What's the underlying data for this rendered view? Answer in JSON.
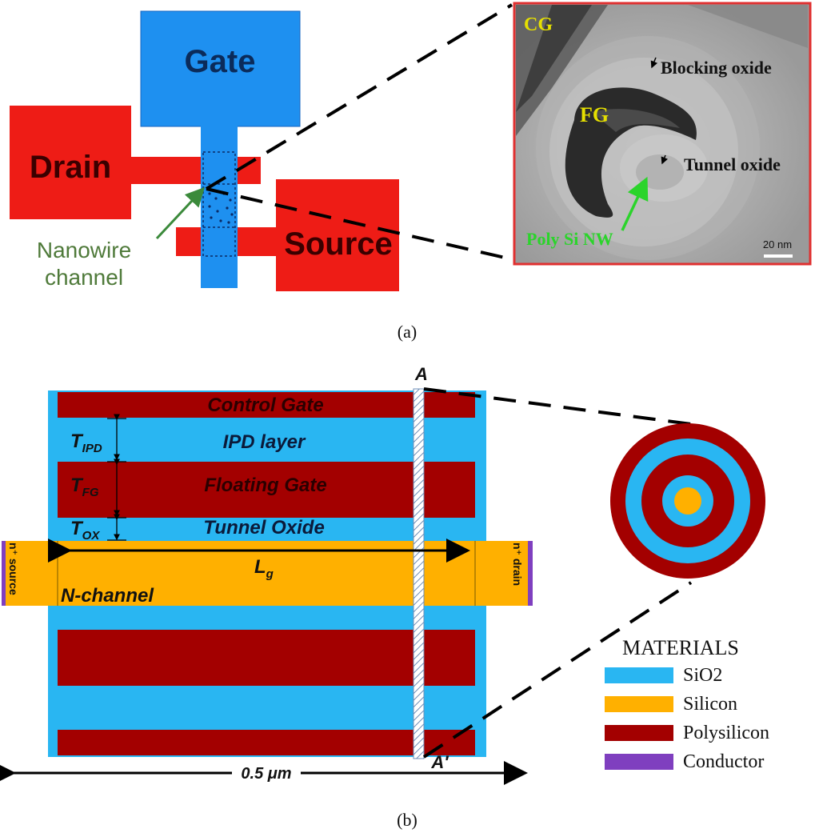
{
  "colors": {
    "red": "#ee1c16",
    "blue": "#1e90f0",
    "oxide": "#29b6f2",
    "silicon": "#ffb000",
    "polysilicon": "#a30000",
    "conductor": "#7f3fbf",
    "nanowire_label": "#4f7a3a",
    "tem_green": "#2bd42b",
    "tem_yellow": "#e6e000",
    "tem_border": "#e03030"
  },
  "panel_a": {
    "layout": {
      "gate": "Gate",
      "drain": "Drain",
      "source": "Source",
      "nanowire_label_line1": "Nanowire",
      "nanowire_label_line2": "channel"
    },
    "tem": {
      "cg": "CG",
      "fg": "FG",
      "blocking_oxide": "Blocking oxide",
      "tunnel_oxide": "Tunnel oxide",
      "poly_si_nw": "Poly Si NW",
      "scale_bar": "20 nm"
    },
    "caption": "(a)"
  },
  "panel_b": {
    "cut_top": "A",
    "cut_bottom": "A′",
    "control_gate": "Control Gate",
    "ipd_layer": "IPD layer",
    "floating_gate": "Floating Gate",
    "tunnel_oxide": "Tunnel Oxide",
    "t_ipd_main": "T",
    "t_ipd_sub": "IPD",
    "t_fg_main": "T",
    "t_fg_sub": "FG",
    "t_ox_main": "T",
    "t_ox_sub": "OX",
    "lg_main": "L",
    "lg_sub": "g",
    "n_channel": "N-channel",
    "n_source": "n⁺ source",
    "n_drain": "n⁺ drain",
    "width_label": "0.5  μm",
    "legend": {
      "title": "MATERIALS",
      "items": [
        {
          "label": "SiO2",
          "color": "#29b6f2"
        },
        {
          "label": "Silicon",
          "color": "#ffb000"
        },
        {
          "label": "Polysilicon",
          "color": "#a30000"
        },
        {
          "label": "Conductor",
          "color": "#7f3fbf"
        }
      ]
    },
    "caption": "(b)"
  }
}
